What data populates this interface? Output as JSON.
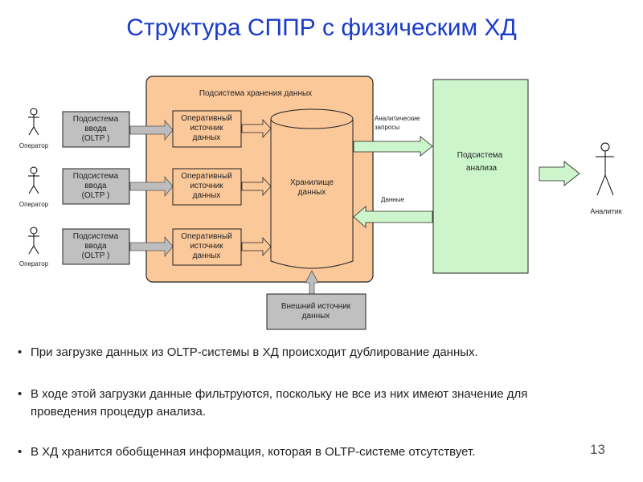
{
  "title": "Структура СППР с физическим ХД",
  "colors": {
    "title": "#1a3cc8",
    "storage_fill": "#fbc89a",
    "analysis_fill": "#ccf5cc",
    "oltp_fill": "#c0c0c0",
    "arrow_gray": "#bdbdbd",
    "arrow_green": "#ccf5cc"
  },
  "diagram": {
    "operators": [
      {
        "label": "Оператор"
      },
      {
        "label": "Оператор"
      },
      {
        "label": "Оператор"
      }
    ],
    "oltp_subsystems": [
      {
        "line1": "Подсистема",
        "line2": "ввода",
        "line3": "(OLTP )"
      },
      {
        "line1": "Подсистема",
        "line2": "ввода",
        "line3": "(OLTP )"
      },
      {
        "line1": "Подсистема",
        "line2": "ввода",
        "line3": "(OLTP )"
      }
    ],
    "storage_subsystem": {
      "label": "Подсистема хранения данных",
      "operational_sources": [
        {
          "line1": "Оперативный",
          "line2": "источник",
          "line3": "данных"
        },
        {
          "line1": "Оперативный",
          "line2": "источник",
          "line3": "данных"
        },
        {
          "line1": "Оперативный",
          "line2": "источник",
          "line3": "данных"
        }
      ],
      "warehouse": {
        "line1": "Хранилище",
        "line2": "данных"
      }
    },
    "external_source": {
      "line1": "Внешний источник",
      "line2": "данных"
    },
    "analytic_queries_label": {
      "line1": "Аналитические",
      "line2": "запросы"
    },
    "data_label": "Данные",
    "analysis_subsystem": {
      "line1": "Подсистема",
      "line2": "анализа"
    },
    "analyst": {
      "label": "Аналитик"
    }
  },
  "bullets": [
    {
      "text": "При загрузке данных из OLTP-системы в ХД происходит дублирование данных."
    },
    {
      "line1": "В ходе этой загрузки данные фильтруются, поскольку не все из них имеют значение для",
      "line2": "проведения процедур анализа."
    },
    {
      "text": "В ХД хранится обобщенная информация, которая в OLTP-системе отсутствует."
    }
  ],
  "bullet_glyph": "•",
  "page_number": "13"
}
